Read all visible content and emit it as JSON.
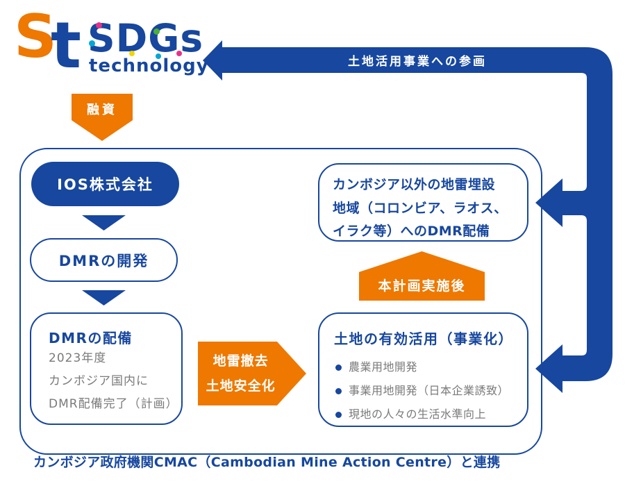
{
  "logo": {
    "monogram_s": "S",
    "monogram_t": "t",
    "brand_name": "SDGs",
    "brand_sub": "technology"
  },
  "top_arrow": {
    "label": "土地活用事業への参画"
  },
  "financing_arrow": {
    "label": "融資"
  },
  "flow": {
    "company_box": {
      "label": "IOS株式会社"
    },
    "development_box": {
      "label": "DMRの開発"
    },
    "deployment_box": {
      "title": "DMRの配備",
      "lines": [
        "2023年度",
        "カンボジア国内に",
        "DMR配備完了（計画）"
      ]
    },
    "mine_removal_arrow": {
      "line1": "地雷撤去",
      "line2": "土地安全化"
    },
    "land_use_box": {
      "title": "土地の有効活用（事業化）",
      "bullets": [
        "農業用地開発",
        "事業用地開発（日本企業誘致）",
        "現地の人々の生活水準向上"
      ]
    },
    "after_plan_arrow": {
      "label": "本計画実施後"
    },
    "overseas_box": {
      "lines": [
        "カンボジア以外の地雷埋設",
        "地域（コロンビア、ラオス、",
        "イラク等）へのDMR配備"
      ]
    }
  },
  "footer": {
    "note": "カンボジア政府機関CMAC（Cambodian Mine Action Centre）と連携"
  },
  "colors": {
    "brand_blue": "#17479e",
    "brand_orange": "#ee7800",
    "body_gray": "#7a7a7a",
    "logo_accent_pink": "#e4338b",
    "logo_accent_teal": "#00a7d7",
    "logo_accent_green": "#4caf35",
    "logo_accent_yellow": "#f2d600"
  }
}
